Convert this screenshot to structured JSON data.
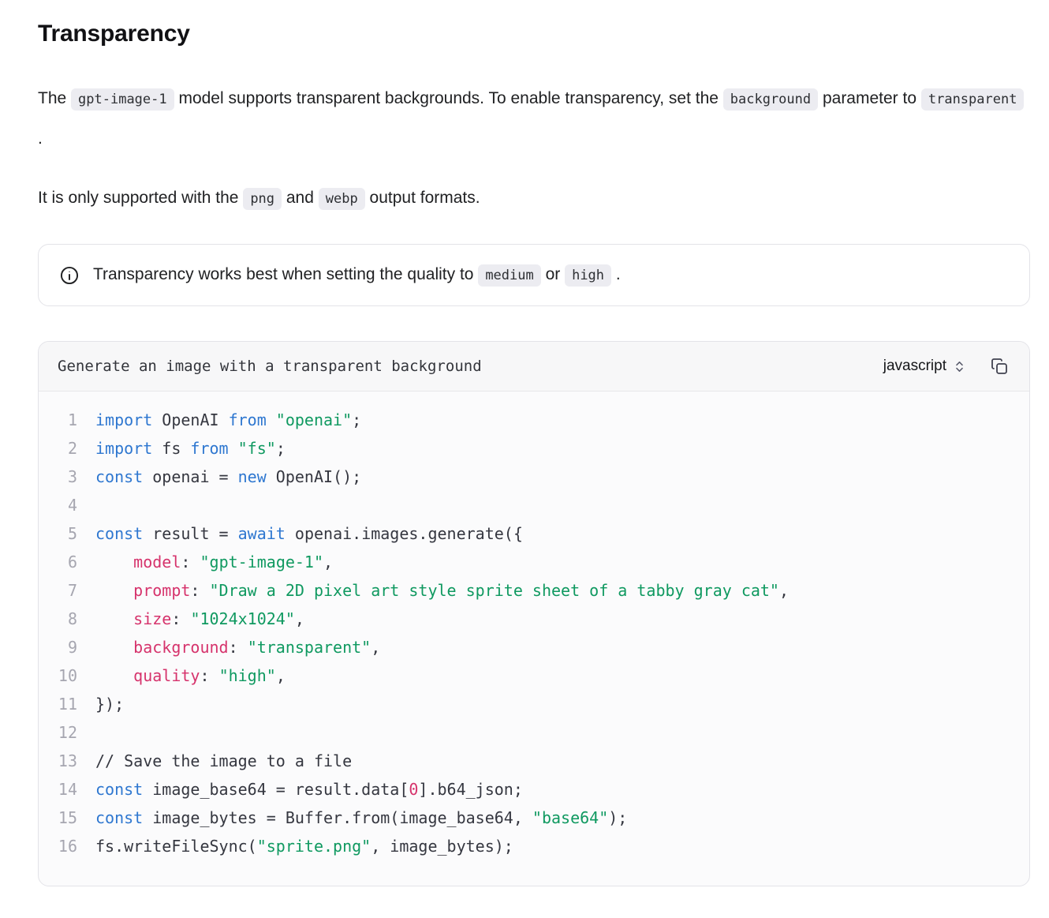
{
  "page": {
    "heading": "Transparency"
  },
  "segments": {
    "para1": [
      {
        "t": "text",
        "v": "The "
      },
      {
        "t": "code",
        "v": "gpt-image-1"
      },
      {
        "t": "text",
        "v": " model supports transparent backgrounds. To enable transparency, set the "
      },
      {
        "t": "code",
        "v": "background"
      },
      {
        "t": "text",
        "v": " parameter to "
      },
      {
        "t": "code",
        "v": "transparent"
      },
      {
        "t": "text",
        "v": " ."
      }
    ],
    "para2": [
      {
        "t": "text",
        "v": "It is only supported with the "
      },
      {
        "t": "code",
        "v": "png"
      },
      {
        "t": "text",
        "v": " and "
      },
      {
        "t": "code",
        "v": "webp"
      },
      {
        "t": "text",
        "v": " output formats."
      }
    ],
    "callout": [
      {
        "t": "text",
        "v": "Transparency works best when setting the quality to "
      },
      {
        "t": "code",
        "v": "medium"
      },
      {
        "t": "text",
        "v": " or "
      },
      {
        "t": "code",
        "v": "high"
      },
      {
        "t": "text",
        "v": " ."
      }
    ]
  },
  "code_block": {
    "title": "Generate an image with a transparent background",
    "language": "javascript",
    "colors": {
      "plain": "#353740",
      "kw": "#2e77d0",
      "str": "#0f9960",
      "prop": "#d6336c",
      "num": "#d6336c",
      "com": "#353740",
      "line_number": "#a6a6b0"
    },
    "lines": [
      [
        [
          "kw",
          "import"
        ],
        [
          "plain",
          " OpenAI "
        ],
        [
          "kw",
          "from"
        ],
        [
          "plain",
          " "
        ],
        [
          "str",
          "\"openai\""
        ],
        [
          "plain",
          ";"
        ]
      ],
      [
        [
          "kw",
          "import"
        ],
        [
          "plain",
          " fs "
        ],
        [
          "kw",
          "from"
        ],
        [
          "plain",
          " "
        ],
        [
          "str",
          "\"fs\""
        ],
        [
          "plain",
          ";"
        ]
      ],
      [
        [
          "kw",
          "const"
        ],
        [
          "plain",
          " openai = "
        ],
        [
          "kw",
          "new"
        ],
        [
          "plain",
          " OpenAI();"
        ]
      ],
      [],
      [
        [
          "kw",
          "const"
        ],
        [
          "plain",
          " result = "
        ],
        [
          "kw",
          "await"
        ],
        [
          "plain",
          " openai.images.generate({"
        ]
      ],
      [
        [
          "plain",
          "    "
        ],
        [
          "prop",
          "model"
        ],
        [
          "plain",
          ": "
        ],
        [
          "str",
          "\"gpt-image-1\""
        ],
        [
          "plain",
          ","
        ]
      ],
      [
        [
          "plain",
          "    "
        ],
        [
          "prop",
          "prompt"
        ],
        [
          "plain",
          ": "
        ],
        [
          "str",
          "\"Draw a 2D pixel art style sprite sheet of a tabby gray cat\""
        ],
        [
          "plain",
          ","
        ]
      ],
      [
        [
          "plain",
          "    "
        ],
        [
          "prop",
          "size"
        ],
        [
          "plain",
          ": "
        ],
        [
          "str",
          "\"1024x1024\""
        ],
        [
          "plain",
          ","
        ]
      ],
      [
        [
          "plain",
          "    "
        ],
        [
          "prop",
          "background"
        ],
        [
          "plain",
          ": "
        ],
        [
          "str",
          "\"transparent\""
        ],
        [
          "plain",
          ","
        ]
      ],
      [
        [
          "plain",
          "    "
        ],
        [
          "prop",
          "quality"
        ],
        [
          "plain",
          ": "
        ],
        [
          "str",
          "\"high\""
        ],
        [
          "plain",
          ","
        ]
      ],
      [
        [
          "plain",
          "});"
        ]
      ],
      [],
      [
        [
          "com",
          "// Save the image to a file"
        ]
      ],
      [
        [
          "kw",
          "const"
        ],
        [
          "plain",
          " image_base64 = result.data["
        ],
        [
          "num",
          "0"
        ],
        [
          "plain",
          "].b64_json;"
        ]
      ],
      [
        [
          "kw",
          "const"
        ],
        [
          "plain",
          " image_bytes = Buffer.from(image_base64, "
        ],
        [
          "str",
          "\"base64\""
        ],
        [
          "plain",
          ");"
        ]
      ],
      [
        [
          "plain",
          "fs.writeFileSync("
        ],
        [
          "str",
          "\"sprite.png\""
        ],
        [
          "plain",
          ", image_bytes);"
        ]
      ]
    ]
  }
}
